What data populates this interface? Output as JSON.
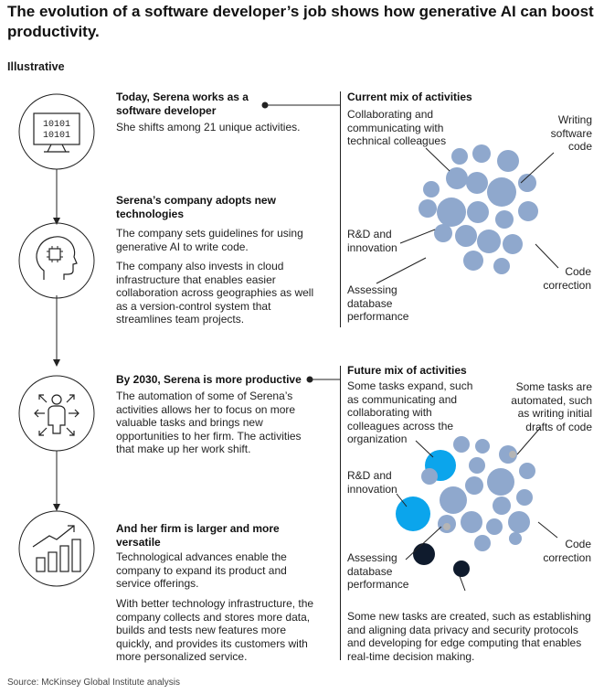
{
  "title": "The evolution of a software developer’s job shows how generative AI can boost productivity.",
  "subtitle": "Illustrative",
  "steps": [
    {
      "heading": "Today, Serena works as a software developer",
      "paras": [
        "She shifts among 21 unique activities."
      ],
      "icon": "computer-binary-icon"
    },
    {
      "heading": "Serena’s company adopts new technologies",
      "paras": [
        "The company sets guidelines for using generative AI to write code.",
        "The company also invests in cloud infrastructure that enables easier collaboration across geographies as well as a version-control system that streamlines team projects."
      ],
      "icon": "head-chip-icon"
    },
    {
      "heading": "By 2030, Serena is more productive",
      "paras": [
        "The automation of some of Serena’s activities allows her to focus on more valuable tasks and brings new opportunities to her firm. The activities that make up her work shift."
      ],
      "icon": "person-arrows-icon"
    },
    {
      "heading": "And her firm is larger and more versatile",
      "paras": [
        "Technological advances enable the company to expand its product and service offerings.",
        "With better technology infrastructure, the company collects and stores more data, builds and tests new features more quickly, and provides its customers with more personalized service."
      ],
      "icon": "growth-chart-icon"
    }
  ],
  "current_mix": {
    "heading": "Current mix of activities",
    "labels": {
      "collaborating": "Collaborating and communicating with technical colleagues",
      "writing": "Writing software code",
      "rnd": "R&D and innovation",
      "code_correction": "Code correction",
      "assessing": "Assessing database performance"
    }
  },
  "future_mix": {
    "heading": "Future mix of activities",
    "labels": {
      "expand": "Some tasks expand, such as communicating and collaborating with colleagues across the organization",
      "automated": "Some tasks are automated, such as writing initial drafts of code",
      "rnd": "R&D and innovation",
      "code_correction": "Code correction",
      "assessing": "Assessing database performance",
      "new_tasks": "Some new tasks are created, such as establishing and aligning data privacy and security protocols and developing for edge computing that enables real-time decision making."
    }
  },
  "colors": {
    "activity": "#8fa8cd",
    "expanded": "#0ba5ec",
    "automated": "#b5b5b5",
    "new": "#0f1b2d",
    "line": "#222222"
  },
  "source": "Source: McKinsey Global Institute analysis"
}
